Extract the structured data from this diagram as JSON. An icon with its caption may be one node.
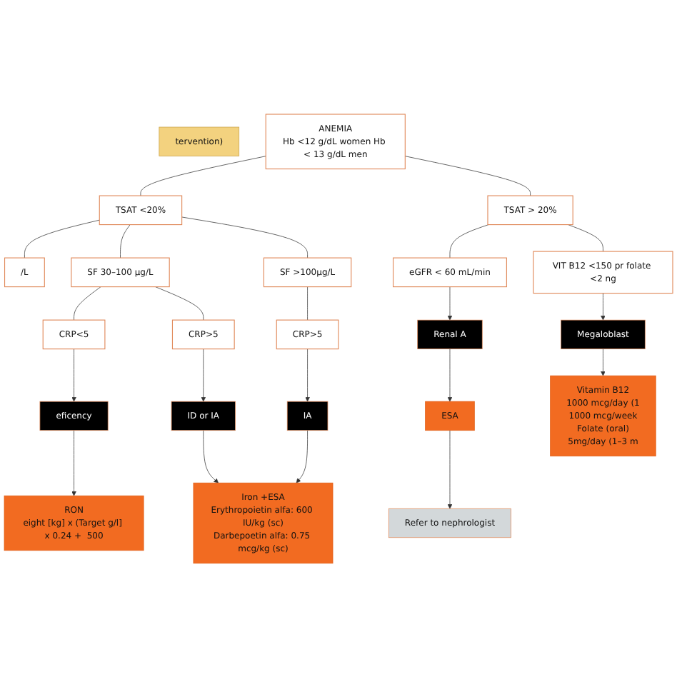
{
  "diagram": {
    "nodes": [
      {
        "text": [
          "tervention)"
        ]
      },
      {
        "text": [
          "ANEMIA",
          "Hb <12 g/dL women Hb < 13 g/dL men"
        ]
      },
      {
        "text": [
          "TSAT <20%"
        ]
      },
      {
        "text": [
          "TSAT > 20%"
        ]
      },
      {
        "text": [
          "/L"
        ]
      },
      {
        "text": [
          "SF 30–100 μg/L"
        ]
      },
      {
        "text": [
          "SF >100μg/L"
        ]
      },
      {
        "text": [
          "CRP<5"
        ]
      },
      {
        "text": [
          "CRP>5"
        ]
      },
      {
        "text": [
          "CRP>5"
        ]
      },
      {
        "text": [
          "eGFR < 60 mL/min"
        ]
      },
      {
        "text": [
          "VIT B12 <150 pr folate <2 ng"
        ]
      },
      {
        "text": [
          "eficency"
        ]
      },
      {
        "text": [
          "ID or IA"
        ]
      },
      {
        "text": [
          "IA"
        ]
      },
      {
        "text": [
          "Renal A"
        ]
      },
      {
        "text": [
          "Megaloblast"
        ]
      },
      {
        "text": [
          "RON",
          "eight [kg] x (Target g/l] x 0.24 +  500"
        ]
      },
      {
        "text": [
          "Iron +ESA",
          "Erythropoietin alfa: 600 IU/kg (sc)",
          "Darbepoetin alfa: 0.75 mcg/kg (sc)"
        ]
      },
      {
        "text": [
          "ESA"
        ]
      },
      {
        "text": [
          "Refer to nephrologist"
        ]
      },
      {
        "text": [
          "Vitamin B12",
          "1000 mcg/day (1",
          "1000 mcg/week",
          "Folate (oral)",
          "5mg/day (1–3 m"
        ]
      }
    ],
    "edges": [
      {
        "from": 1,
        "to": 2,
        "arrow": "none"
      },
      {
        "from": 1,
        "to": 3,
        "arrow": "none"
      },
      {
        "from": 2,
        "to": 4,
        "arrow": "none"
      },
      {
        "from": 2,
        "to": 5,
        "arrow": "none"
      },
      {
        "from": 2,
        "to": 6,
        "arrow": "none"
      },
      {
        "from": 3,
        "to": 10,
        "arrow": "none"
      },
      {
        "from": 3,
        "to": 11,
        "arrow": "none"
      },
      {
        "from": 5,
        "to": 7,
        "arrow": "none"
      },
      {
        "from": 5,
        "to": 8,
        "arrow": "none"
      },
      {
        "from": 6,
        "to": 9,
        "arrow": "none"
      },
      {
        "from": 7,
        "to": 12,
        "arrow": "to"
      },
      {
        "from": 8,
        "to": 13,
        "arrow": "to"
      },
      {
        "from": 9,
        "to": 14,
        "arrow": "to"
      },
      {
        "from": 10,
        "to": 15,
        "arrow": "to"
      },
      {
        "from": 11,
        "to": 16,
        "arrow": "to"
      },
      {
        "from": 12,
        "to": 17,
        "arrow": "to"
      },
      {
        "from": 13,
        "to": 18,
        "arrow": "to"
      },
      {
        "from": 14,
        "to": 18,
        "arrow": "to"
      },
      {
        "from": 15,
        "to": 19,
        "arrow": "to"
      },
      {
        "from": 19,
        "to": 20,
        "arrow": "to"
      },
      {
        "from": 16,
        "to": 21,
        "arrow": "to"
      }
    ]
  }
}
